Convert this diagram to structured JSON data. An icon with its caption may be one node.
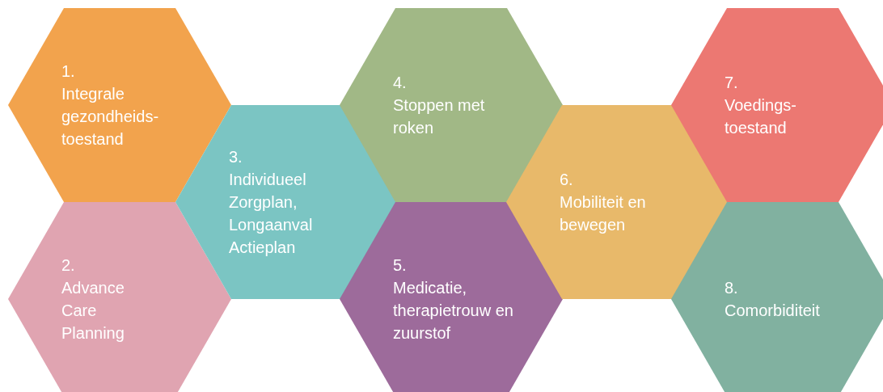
{
  "diagram": {
    "nodes": [
      {
        "text": [
          "1.",
          "Integrale gezondheids-toestand"
        ]
      },
      {
        "text": [
          "2.",
          "Advance Care Planning"
        ]
      },
      {
        "text": [
          "3.",
          "Individueel Zorgplan, Longaanval Actieplan"
        ]
      },
      {
        "text": [
          "4.",
          "Stoppen met roken"
        ]
      },
      {
        "text": [
          "5.",
          "Medicatie, therapietrouw en zuurstof"
        ]
      },
      {
        "text": [
          "6.",
          "Mobiliteit en bewegen"
        ]
      },
      {
        "text": [
          "7.",
          "Voedings-toestand"
        ]
      },
      {
        "text": [
          "8.",
          "Comorbiditeit"
        ]
      }
    ]
  }
}
